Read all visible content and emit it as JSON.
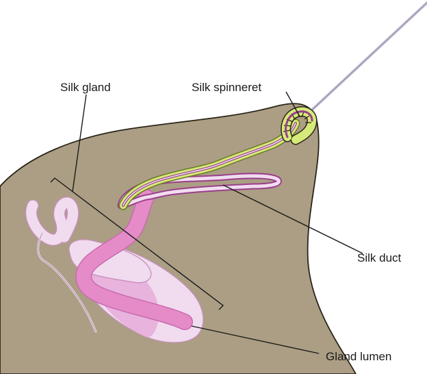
{
  "labels": {
    "silk_gland": "Silk gland",
    "silk_spinneret": "Silk spinneret",
    "silk_duct": "Silk duct",
    "gland_lumen": "Gland lumen"
  },
  "colors": {
    "abdomen_fill": "#ab9e84",
    "abdomen_stroke": "#2a2418",
    "gland_light": "#f1dcef",
    "gland_mid": "#e8b3dc",
    "gland_pink": "#e58bc8",
    "duct_outline": "#9a3f8c",
    "spinneret_green": "#d6ea7a",
    "silk_thread": "#c7bfd6"
  }
}
